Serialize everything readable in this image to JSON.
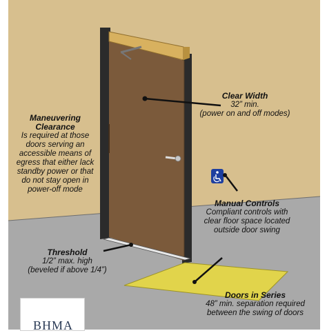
{
  "labels": {
    "clear_width": {
      "title": "Clear Width",
      "lines": [
        "32” min.",
        "(power on and off modes)"
      ]
    },
    "maneuvering": {
      "title_1": "Maneuvering",
      "title_2": "Clearance",
      "lines": [
        "Is required at those",
        "doors serving an",
        "accessible means of",
        "egress that either lack",
        "standby power or that",
        "do not stay open in",
        "power-off mode"
      ]
    },
    "manual_controls": {
      "title": "Manual Controls",
      "lines": [
        "Compliant controls with",
        "clear floor space located",
        "outside door swing"
      ]
    },
    "threshold": {
      "title": "Threshold",
      "lines": [
        "1/2” max. high",
        "(beveled if above 1/4”)"
      ]
    },
    "doors_in_series": {
      "title": "Doors in Series",
      "lines": [
        "48” min. separation required",
        "between the swing of doors"
      ]
    }
  },
  "logo": {
    "text": "BHMA"
  },
  "colors": {
    "wall": "#d7bf8e",
    "floor": "#a9a9a9",
    "door": "#7b5a3b",
    "frame": "#2b2b2b",
    "closer": "#d8b15f",
    "mat": "#e1d44b",
    "accessibility_sign": "#1d3e9f"
  }
}
